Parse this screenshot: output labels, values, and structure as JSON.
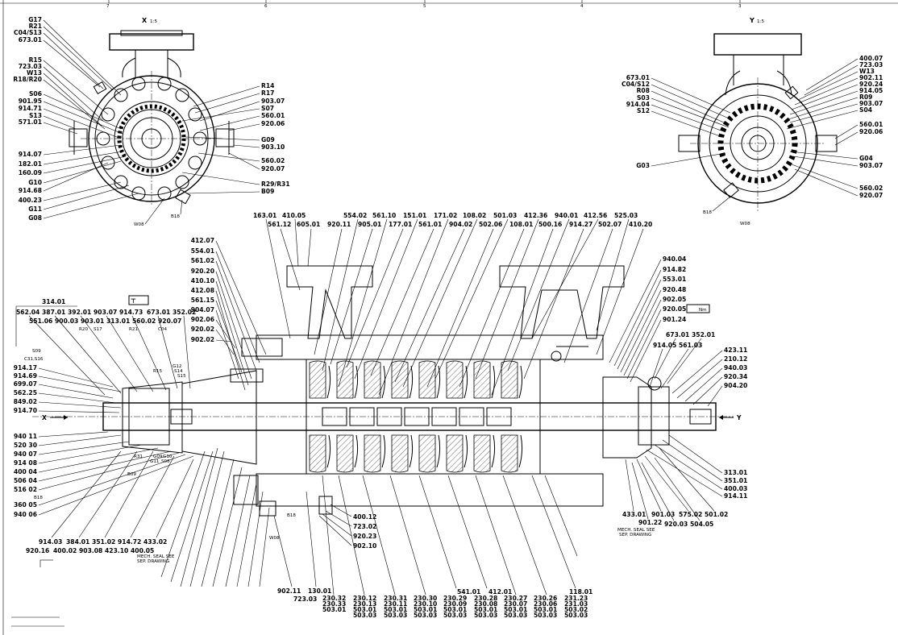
{
  "views": {
    "x_title": "X",
    "x_scale": "1:5",
    "y_title": "Y",
    "y_scale": "1:5"
  },
  "section_marks": {
    "left": "X",
    "right": "Y"
  },
  "ruler": {
    "top": [
      "7",
      "6",
      "5",
      "4",
      "3"
    ]
  },
  "surface_symbol": "⊤",
  "nm_symbol": "Nm",
  "notes": {
    "mech_seal_1": "MECH. SEAL SEE",
    "mech_seal_2": "SEP. DRAWING",
    "mech_seal_r1": "MECH. SEAL SEE",
    "mech_seal_r2": "SEP. DRAWING"
  },
  "x_left_labels": [
    "G17",
    "R21",
    "C04/S13",
    "673.01",
    "R15",
    "723.03",
    "W13",
    "R18/R20",
    "S06",
    "901.95",
    "914.71",
    "S13",
    "571.01",
    "914.07",
    "182.01",
    "160.09",
    "G10",
    "914.68",
    "400.23",
    "G11",
    "G08"
  ],
  "x_right_labels": [
    "R14",
    "R17",
    "903.07",
    "S07",
    "560.01",
    "920.06",
    "G09",
    "903.10",
    "560.02",
    "920.07",
    "R29/R31",
    "B09"
  ],
  "x_bottom_labels": [
    "W08",
    "B18"
  ],
  "y_left_labels": [
    "673.01",
    "C04/S12",
    "R08",
    "S03",
    "914.04",
    "S12",
    "G03"
  ],
  "y_right_labels": [
    "400.07",
    "723.03",
    "W13",
    "902.11",
    "920.24",
    "914.05",
    "R09",
    "903.07",
    "S04",
    "560.01",
    "920.06",
    "G04",
    "903.07",
    "560.02",
    "920.07"
  ],
  "y_bottom_labels": [
    "B18",
    "W08"
  ],
  "top_row1": [
    "163.01",
    "410.05",
    "554.02",
    "561.10",
    "151.01",
    "171.02",
    "108.02",
    "501.03",
    "412.36",
    "940.01",
    "412.56",
    "525.03"
  ],
  "top_row2": [
    "561.12",
    "605.01",
    "920.11",
    "905.01",
    "177.01",
    "561.01",
    "904.02",
    "502.06",
    "108.01",
    "500.16",
    "914.27",
    "502.07",
    "410.20"
  ],
  "left_stack": [
    "412.07",
    "554.01",
    "561.02",
    "920.20",
    "410.10",
    "412.08",
    "561.15",
    "904.07",
    "902.06",
    "920.02",
    "902.02"
  ],
  "left_block": {
    "label_314": "314.01",
    "row_a": [
      "562.04",
      "387.01",
      "392.01",
      "903.07",
      "914.73",
      "673.01",
      "352.02"
    ],
    "row_b": [
      "551.06",
      "900.03",
      "903.01",
      "313.01",
      "560.02",
      "920.07"
    ],
    "row_c": [
      "R20",
      "S17",
      "R21",
      "C04"
    ]
  },
  "left_col_small": [
    "S09",
    "C31,S16"
  ],
  "left_col": [
    "914.17",
    "914.69",
    "699.07",
    "562.25",
    "849.02",
    "914.70"
  ],
  "left_col2": [
    "940 11",
    "520 30",
    "940 07",
    "914 08",
    "400 04",
    "506 04",
    "516 02",
    "B18",
    "360 05",
    "940 06"
  ],
  "inner_small": [
    "R15",
    "G09",
    "G11",
    "G10",
    "R31",
    "S08",
    "B09",
    "G12",
    "S14",
    "S15"
  ],
  "bottom_left_row1": [
    "914.03",
    "384.01",
    "351.02",
    "914.72",
    "433.02"
  ],
  "bottom_left_row2": [
    "920.16",
    "400.02",
    "903.08",
    "423.10",
    "400.05"
  ],
  "center_small": [
    "B18",
    "W08"
  ],
  "center_bottom": [
    "400.12",
    "723.02",
    "920.23",
    "902.10"
  ],
  "right_stack": [
    "940.04",
    "914.82",
    "553.01",
    "920.48",
    "902.05",
    "920.05",
    "901.24"
  ],
  "right_mid": [
    "673.01",
    "352.01",
    "914.05",
    "561.03"
  ],
  "right_col": [
    "423.11",
    "210.12",
    "940.03",
    "920.34",
    "904.20"
  ],
  "right_lower": [
    "313.01",
    "351.01",
    "400.03",
    "914.11"
  ],
  "bottom_right": [
    "433.01",
    "901.03",
    "575.02",
    "501.02",
    "901.22",
    "920.03",
    "504.05"
  ],
  "bottom_center": {
    "c1": [
      "902.11",
      "723.03"
    ],
    "c2": [
      "130.01"
    ],
    "c3": [
      "230.32",
      "230.33",
      "503.01"
    ],
    "c4": [
      "230.12",
      "230.13",
      "503.01",
      "503.03"
    ],
    "c5": [
      "230.31",
      "230.11",
      "503.01",
      "503.03"
    ],
    "c6": [
      "230.30",
      "230.10",
      "503.01",
      "503.03"
    ],
    "c7": [
      "541.01",
      "230.29",
      "230.09",
      "503.01",
      "503.03"
    ],
    "c8": [
      "412.01",
      "230.28",
      "230.08",
      "503.01",
      "503.03"
    ],
    "c9": [
      "230.27",
      "230.07",
      "503.01",
      "503.03"
    ],
    "c10": [
      "230.26",
      "230.06",
      "503.01",
      "503.03"
    ],
    "c11": [
      "118.01",
      "231.23",
      "231.03",
      "503.02",
      "503.03"
    ]
  }
}
